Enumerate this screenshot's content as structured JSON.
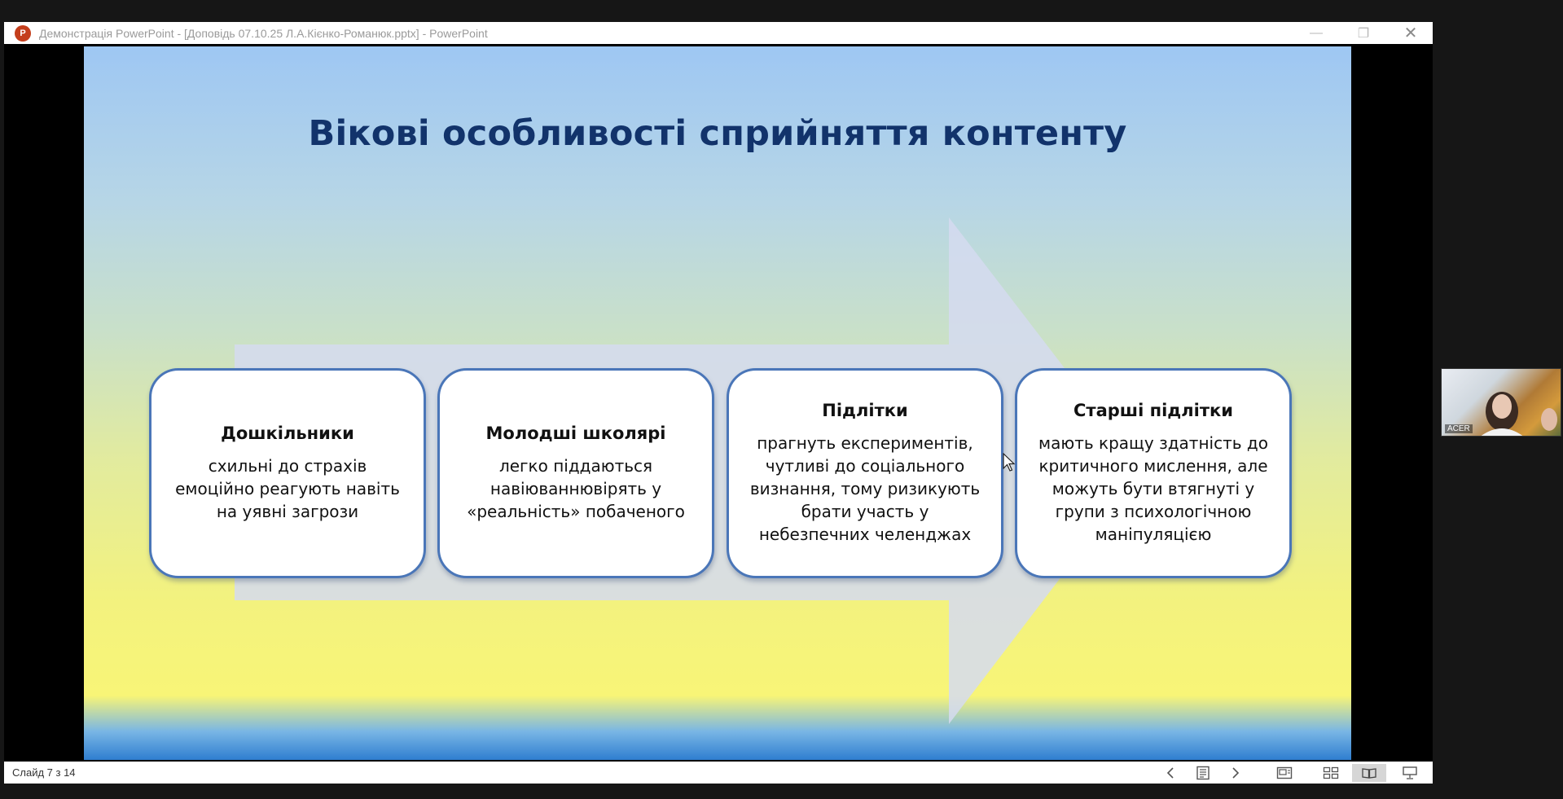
{
  "window": {
    "app_icon_letter": "P",
    "title": "Демонстрація PowerPoint - [Доповідь 07.10.25 Л.А.Кієнко-Романюк.pptx] - PowerPoint",
    "close_glyph": "✕",
    "minimize_glyph": "—",
    "restore_glyph": "❐"
  },
  "slide": {
    "title": "Вікові особливості сприйняття контенту",
    "cards": [
      {
        "title": "Дошкільники",
        "lines": [
          "схильні до страхів",
          "емоційно реагують навіть",
          "на уявні загрози"
        ]
      },
      {
        "title": "Молодші школярі",
        "lines": [
          "легко піддаються",
          "навіюваннювірять у",
          "«реальність» побаченого"
        ]
      },
      {
        "title": "Підлітки",
        "lines": [
          "прагнуть експериментів,",
          "чутливі до соціального",
          "визнання, тому ризикують",
          "брати участь у",
          "небезпечних челенджах"
        ]
      },
      {
        "title": "Старші підлітки",
        "lines": [
          "мають кращу здатність до",
          "критичного мислення, але",
          "можуть бути втягнуті у",
          "групи з психологічною",
          "маніпуляцією"
        ]
      }
    ],
    "colors": {
      "title": "#12336b",
      "card_border": "#4a76b8",
      "arrow": "#d5daf0"
    }
  },
  "status_bar": {
    "slide_counter": "Слайд 7 з 14",
    "icons": [
      "chevron-left-icon",
      "slides-panel-icon",
      "chevron-right-icon",
      "normal-view-icon",
      "slide-sorter-icon",
      "reading-view-icon",
      "slideshow-icon"
    ]
  },
  "webcam": {
    "label": "ACER"
  }
}
